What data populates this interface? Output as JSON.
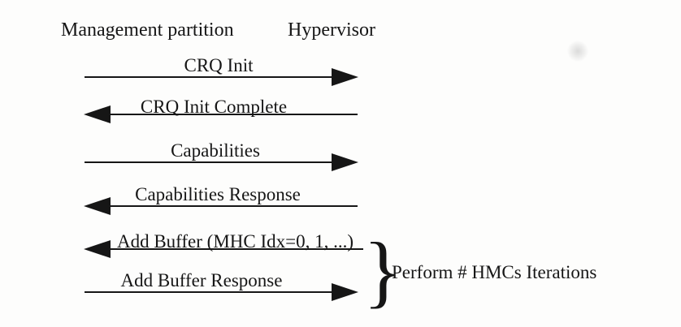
{
  "colors": {
    "background": "#fdfdfc",
    "ink": "#161616"
  },
  "diagram": {
    "columns": [
      {
        "label": "Management partition"
      },
      {
        "label": "Hypervisor"
      }
    ],
    "messages": [
      {
        "label": "CRQ Init",
        "direction": "right"
      },
      {
        "label": "CRQ Init Complete",
        "direction": "left"
      },
      {
        "label": "Capabilities",
        "direction": "right"
      },
      {
        "label": "Capabilities Response",
        "direction": "left"
      },
      {
        "label": "Add Buffer (MHC Idx=0, 1, ...)",
        "direction": "left"
      },
      {
        "label": "Add Buffer Response",
        "direction": "right"
      }
    ],
    "annotation": {
      "brace_glyph": "}",
      "label": "Perform # HMCs Iterations",
      "applies_to_messages": [
        4,
        5
      ]
    }
  }
}
